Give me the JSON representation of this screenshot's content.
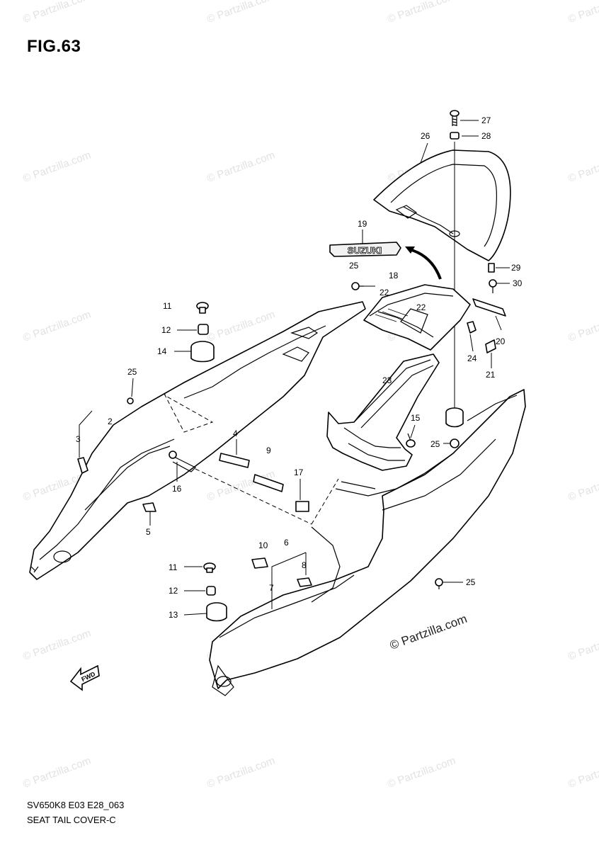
{
  "figure": {
    "title": "FIG.63",
    "drawing_code": "SV650K8 E03 E28_063",
    "drawing_name": "SEAT TAIL COVER-C"
  },
  "watermark": {
    "text": "© Partzilla.com",
    "prominent_text": "© Partzilla.com"
  },
  "emblem_text": "SUZUKI",
  "direction_arrow_text": "FWD",
  "callouts": [
    "27",
    "28",
    "26",
    "19",
    "25",
    "18",
    "29",
    "30",
    "22",
    "22",
    "11",
    "12",
    "14",
    "20",
    "24",
    "21",
    "25",
    "2",
    "23",
    "3",
    "15",
    "4",
    "9",
    "25",
    "16",
    "17",
    "5",
    "10",
    "6",
    "8",
    "11",
    "7",
    "12",
    "25",
    "13"
  ]
}
